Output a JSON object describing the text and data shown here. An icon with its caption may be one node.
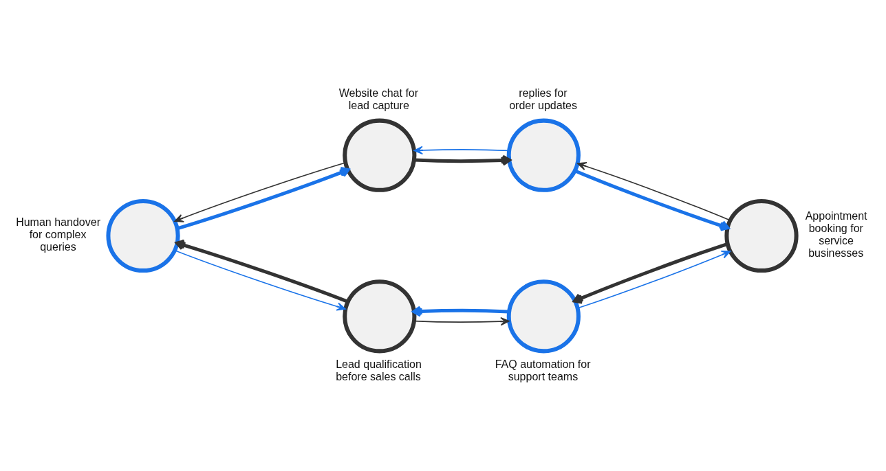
{
  "diagram": {
    "nodes": [
      {
        "text": [],
        "shape": "circle",
        "beside": [
          "Website chat for lead capture"
        ]
      },
      {
        "text": [],
        "shape": "circle",
        "beside": [
          "replies for order updates"
        ]
      },
      {
        "text": [],
        "shape": "circle",
        "beside": [
          "Appointment booking for service businesses"
        ]
      },
      {
        "text": [],
        "shape": "circle",
        "beside": [
          "FAQ automation for support teams"
        ]
      },
      {
        "text": [],
        "shape": "circle",
        "beside": [
          "Lead qualification before sales calls"
        ]
      },
      {
        "text": [],
        "shape": "circle",
        "beside": [
          "Human handover for complex queries"
        ]
      }
    ],
    "edges": [
      {
        "from": 0,
        "to": 1,
        "arrow": "to",
        "style": "thick"
      },
      {
        "from": 1,
        "to": 2,
        "arrow": "to",
        "style": "thick",
        "color": "#1a73e8"
      },
      {
        "from": 2,
        "to": 3,
        "arrow": "to",
        "style": "thick"
      },
      {
        "from": 3,
        "to": 4,
        "arrow": "to",
        "style": "thick",
        "color": "#1a73e8"
      },
      {
        "from": 4,
        "to": 5,
        "arrow": "to",
        "style": "thick"
      },
      {
        "from": 5,
        "to": 0,
        "arrow": "to",
        "style": "thick",
        "color": "#1a73e8"
      },
      {
        "from": 1,
        "to": 0,
        "arrow": "to",
        "color": "#1a73e8"
      },
      {
        "from": 0,
        "to": 5,
        "arrow": "to"
      },
      {
        "from": 5,
        "to": 4,
        "arrow": "to",
        "color": "#1a73e8"
      },
      {
        "from": 4,
        "to": 3,
        "arrow": "to"
      },
      {
        "from": 3,
        "to": 2,
        "arrow": "to",
        "color": "#1a73e8"
      },
      {
        "from": 2,
        "to": 1,
        "arrow": "to"
      }
    ]
  }
}
